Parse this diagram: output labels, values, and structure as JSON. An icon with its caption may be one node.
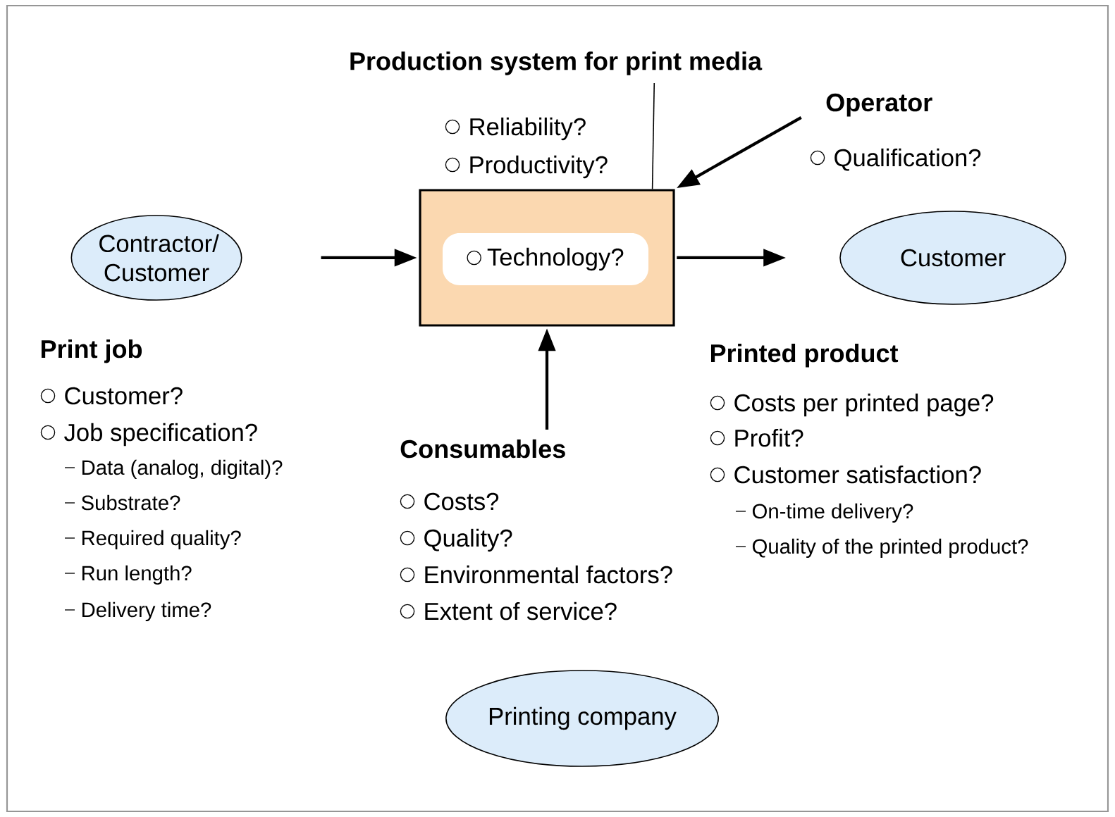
{
  "diagram": {
    "nodes": [
      {
        "text": [
          "Contractor/ Customer"
        ]
      },
      {
        "text": [],
        "shape": "box",
        "beside": [
          "Reliability?",
          "Productivity?"
        ]
      },
      {
        "text": [
          "Technology?"
        ],
        "in": 1
      },
      {
        "text": [
          "Production system for print media"
        ]
      },
      {
        "text": [
          "Operator"
        ],
        "beside": [
          "Qualification?"
        ]
      },
      {
        "text": [
          "Customer"
        ]
      },
      {
        "text": [
          "Consumables"
        ],
        "beside": [
          "Costs?",
          "Quality?",
          "Environmental factors?",
          "Extent of service?"
        ]
      },
      {
        "text": [
          "Printing company"
        ]
      }
    ],
    "edges": [
      {
        "from": 0,
        "to": 1,
        "arrow": "to"
      },
      {
        "from": 1,
        "to": 5,
        "arrow": "to"
      },
      {
        "from": 4,
        "to": 1,
        "arrow": "to"
      },
      {
        "from": 6,
        "to": 1,
        "arrow": "to"
      },
      {
        "from": 3,
        "to": 1,
        "arrow": "none"
      }
    ],
    "labels": [
      "Print job",
      "Customer?",
      "Job specification?",
      "Data (analog, digital)?",
      "Substrate?",
      "Required quality?",
      "Run length?",
      "Delivery time?",
      "Printed product",
      "Costs per printed page?",
      "Profit?",
      "Customer satisfaction?",
      "On-time delivery?",
      "Quality of the printed product?"
    ]
  }
}
